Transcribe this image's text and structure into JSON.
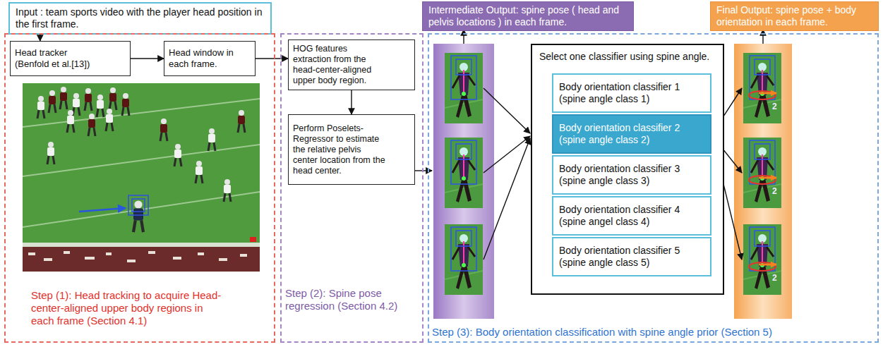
{
  "diagram": {
    "nodes": [
      {
        "text": [
          "Input : team sports video with the player head position in the first frame."
        ]
      },
      {
        "text": [
          "Intermediate Output: spine pose ( head and pelvis locations ) in each frame."
        ]
      },
      {
        "text": [
          "Final Output: spine pose + body orientation in each frame."
        ]
      },
      {
        "text": [
          "Step (1): Head tracking to acquire Head-center-aligned upper body regions in each frame (Section 4.1)"
        ]
      },
      {
        "text": [
          "Head tracker (Benfold et al.[13])"
        ],
        "in": 3
      },
      {
        "text": [
          "Head window in each frame."
        ],
        "in": 3
      },
      {
        "text": [
          "Step (2): Spine pose regression (Section 4.2)"
        ]
      },
      {
        "text": [
          "HOG features extraction from the head-center-aligned upper body region."
        ],
        "in": 6
      },
      {
        "text": [
          "Perform Poselets-Regressor to estimate the relative pelvis center location from the head center."
        ],
        "in": 6
      },
      {
        "text": [
          "Step (3): Body orientation classification with spine angle prior (Section 5)"
        ]
      },
      {
        "text": [
          "Select one classifier using spine angle."
        ],
        "in": 9
      },
      {
        "text": [
          "Body orientation classifier 1 (spine angle class 1)"
        ],
        "in": 10
      },
      {
        "text": [
          "Body orientation classifier 2 (spine angle class 2)"
        ],
        "in": 10
      },
      {
        "text": [
          "Body orientation classifier 3 (spine angle class 3)"
        ],
        "in": 10
      },
      {
        "text": [
          "Body orientation classifier 4 (spine angel class 4)"
        ],
        "in": 10
      },
      {
        "text": [
          "Body orientation classifier 5 (spine angle class 5)"
        ],
        "in": 10
      }
    ],
    "edges": [
      {
        "from": 0,
        "to": 4,
        "arrow": "to"
      },
      {
        "from": 4,
        "to": 5,
        "arrow": "to"
      },
      {
        "from": 5,
        "to": 7,
        "arrow": "to"
      },
      {
        "from": 7,
        "to": 8,
        "arrow": "to"
      }
    ],
    "labels": [
      "2",
      "2",
      "2"
    ]
  }
}
